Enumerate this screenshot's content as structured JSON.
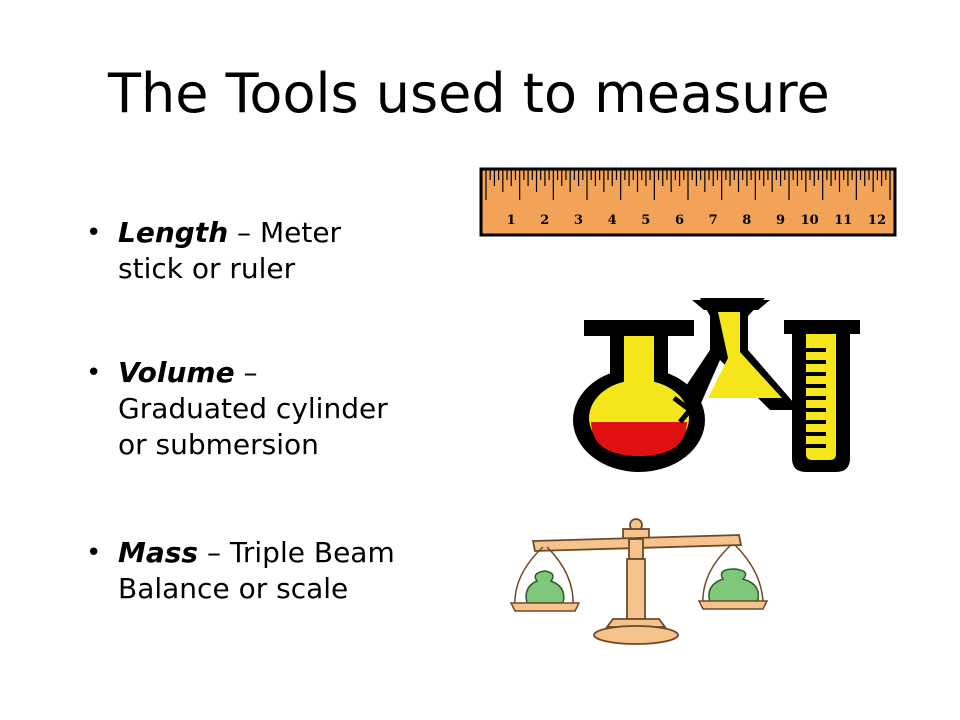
{
  "slide": {
    "title": "The Tools used to measure",
    "bullets": [
      {
        "term": "Length",
        "separator": " – ",
        "line1_rest": "Meter",
        "line2": "stick or ruler"
      },
      {
        "term": "Volume",
        "separator": " –",
        "line2": "Graduated cylinder",
        "line3": "or submersion"
      },
      {
        "term": "Mass",
        "separator": " – ",
        "line1_rest": "Triple Beam",
        "line2": "Balance or scale"
      }
    ]
  },
  "ruler": {
    "numbers": [
      "1",
      "2",
      "3",
      "4",
      "5",
      "6",
      "7",
      "8",
      "9",
      "10",
      "11",
      "12"
    ],
    "color": "#f2a358"
  },
  "colors": {
    "flask_red": "#e01010",
    "flask_yellow": "#f5e51b",
    "scale_tan": "#f4c48c",
    "money_green": "#7fc77a"
  }
}
